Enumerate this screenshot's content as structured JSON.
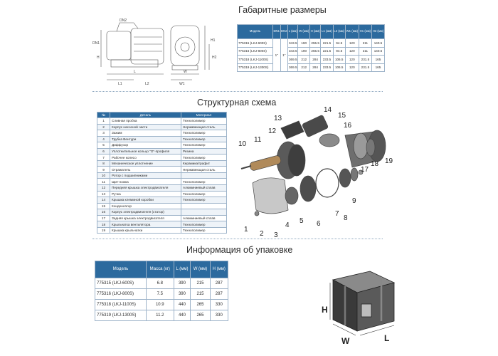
{
  "titles": {
    "dimensions": "Габаритные размеры",
    "structure": "Структурная схема",
    "packaging": "Информация об упаковке"
  },
  "dimensions_table": {
    "headers": [
      "Модель",
      "DN1",
      "DN2",
      "L (мм)",
      "W (мм)",
      "H (мм)",
      "L1 (мм)",
      "L2 (мм)",
      "W1 (мм)",
      "H1 (мм)",
      "H2 (мм)"
    ],
    "dn1": "1\"",
    "dn2": "1\"",
    "rows": [
      {
        "model": "775315 (LKJ-600S)",
        "L": "343.5",
        "W": "190",
        "H": "255.5",
        "L1": "221.5",
        "L2": "94.5",
        "W1": "120",
        "H1": "211",
        "H2": "140.5"
      },
      {
        "model": "775316 (LKJ-800S)",
        "L": "343.5",
        "W": "190",
        "H": "255.5",
        "L1": "221.5",
        "L2": "94.5",
        "W1": "120",
        "H1": "211",
        "H2": "140.5"
      },
      {
        "model": "775318 (LKJ-1100S)",
        "L": "369.5",
        "W": "212",
        "H": "284",
        "L1": "233.5",
        "L2": "106.5",
        "W1": "120",
        "H1": "231.5",
        "H2": "165"
      },
      {
        "model": "775319 (LKJ-1300S)",
        "L": "369.5",
        "W": "212",
        "H": "284",
        "L1": "233.5",
        "L2": "106.5",
        "W1": "120",
        "H1": "231.5",
        "H2": "165"
      }
    ]
  },
  "drawing_labels": {
    "dn2": "DN2",
    "dn1": "DN1",
    "h": "H",
    "h1": "H1",
    "h2": "H2",
    "l": "L",
    "l1": "L1",
    "l2": "L2",
    "w": "W",
    "w1": "W1"
  },
  "parts_table": {
    "headers": [
      "№",
      "Деталь",
      "Материал"
    ],
    "rows": [
      {
        "no": "1",
        "part": "Сливная пробка",
        "material": "Технополимер"
      },
      {
        "no": "2",
        "part": "Корпус насосной части",
        "material": "Нержавеющая сталь"
      },
      {
        "no": "3",
        "part": "Зажим",
        "material": "Технополимер"
      },
      {
        "no": "4",
        "part": "Трубка Вентури",
        "material": "Технополимер"
      },
      {
        "no": "5",
        "part": "Диффузор",
        "material": "Технополимер"
      },
      {
        "no": "6",
        "part": "Уплотнительное кольцо \"О\"-профиля",
        "material": "Резина"
      },
      {
        "no": "7",
        "part": "Рабочее колесо",
        "material": "Технополимер"
      },
      {
        "no": "8",
        "part": "Механическое уплотнение",
        "material": "Керамика/графит"
      },
      {
        "no": "9",
        "part": "Отражатель",
        "material": "Нержавеющая сталь"
      },
      {
        "no": "10",
        "part": "Ротор с подшипниками",
        "material": ""
      },
      {
        "no": "11",
        "part": "Щит-ножка",
        "material": "Технополимер"
      },
      {
        "no": "12",
        "part": "Передняя крышка электродвигателя",
        "material": "Алюминиевый сплав"
      },
      {
        "no": "13",
        "part": "Ручка",
        "material": "Технополимер"
      },
      {
        "no": "14",
        "part": "Крышка клеммной коробки",
        "material": "Технополимер"
      },
      {
        "no": "15",
        "part": "Конденсатор",
        "material": ""
      },
      {
        "no": "16",
        "part": "Корпус электродвигателя (статор)",
        "material": ""
      },
      {
        "no": "17",
        "part": "Задняя крышка электродвигателя",
        "material": "Алюминиевый сплав"
      },
      {
        "no": "18",
        "part": "Крыльчатка вентилятора",
        "material": "Технополимер"
      },
      {
        "no": "19",
        "part": "Крышка крыльчатки",
        "material": "Технополимер"
      }
    ]
  },
  "callouts": [
    "1",
    "2",
    "3",
    "4",
    "5",
    "6",
    "7",
    "8",
    "9",
    "10",
    "11",
    "12",
    "13",
    "14",
    "15",
    "16",
    "17",
    "18",
    "19"
  ],
  "packaging_table": {
    "headers": [
      "Модель",
      "Масса (кг)",
      "L (мм)",
      "W (мм)",
      "H (мм)"
    ],
    "rows": [
      {
        "model": "775315 (LKJ-600S)",
        "mass": "6.8",
        "L": "390",
        "W": "215",
        "H": "287"
      },
      {
        "model": "775316 (LKJ-800S)",
        "mass": "7.5",
        "L": "390",
        "W": "215",
        "H": "287"
      },
      {
        "model": "775318 (LKJ-1100S)",
        "mass": "10.9",
        "L": "440",
        "W": "265",
        "H": "330"
      },
      {
        "model": "775319 (LKJ-1300S)",
        "mass": "11.2",
        "L": "440",
        "W": "265",
        "H": "330"
      }
    ]
  },
  "box_labels": {
    "h": "H",
    "w": "W",
    "l": "L"
  },
  "colors": {
    "header_bg": "#2c6a9e",
    "grid": "#9db3c9",
    "box_dark": "#3a3a3a"
  }
}
